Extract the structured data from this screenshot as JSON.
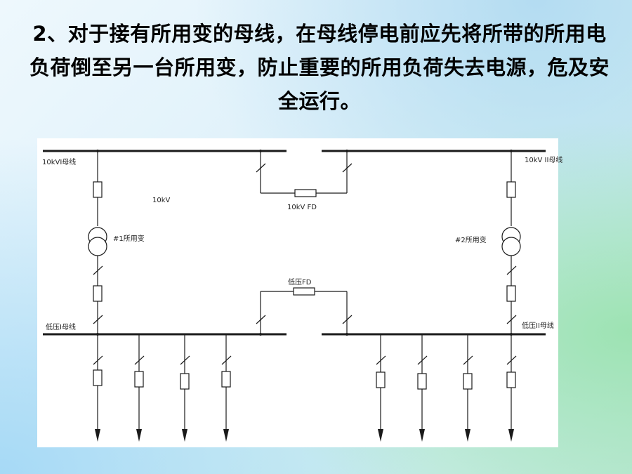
{
  "slide": {
    "title": "2、对于接有所用变的母线，在母线停电前应先将所带的所用电负荷倒至另一台所用变，防止重要的所用负荷失去电源，危及安全运行。"
  },
  "diagram": {
    "labels": {
      "bus1_10kv": "10kVI母线",
      "bus2_10kv": "10kV II母线",
      "voltage": "10kV",
      "fd_10kv": "10kV FD",
      "transformer1": "#1所用变",
      "transformer2": "#2所用变",
      "fd_lv": "低压FD",
      "bus1_lv": "低压I母线",
      "bus2_lv": "低压II母线"
    }
  }
}
